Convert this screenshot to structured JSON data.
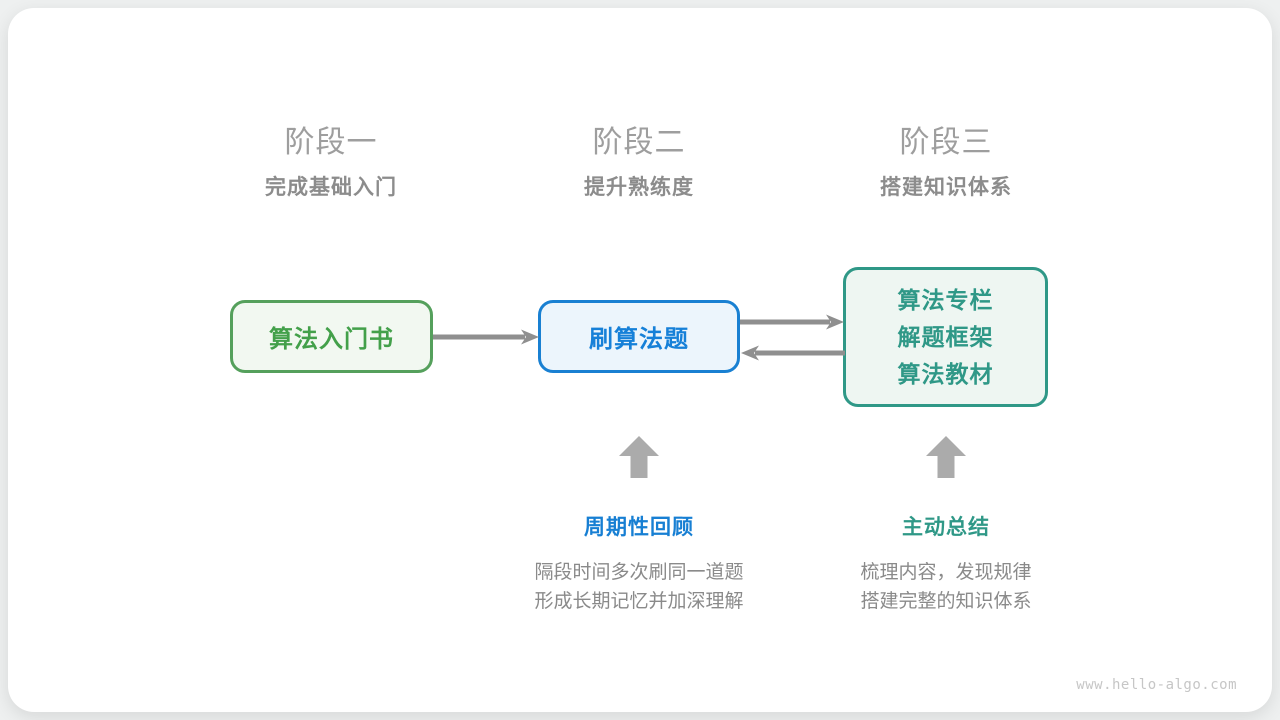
{
  "stages": [
    {
      "label": "阶段一",
      "subtitle": "完成基础入门"
    },
    {
      "label": "阶段二",
      "subtitle": "提升熟练度"
    },
    {
      "label": "阶段三",
      "subtitle": "搭建知识体系"
    }
  ],
  "nodes": {
    "intro_book": {
      "title": "算法入门书"
    },
    "practice": {
      "title": "刷算法题"
    },
    "resources": {
      "lines": [
        "算法专栏",
        "解题框架",
        "算法教材"
      ]
    }
  },
  "annotations": [
    {
      "title": "周期性回顾",
      "desc": [
        "隔段时间多次刷同一道题",
        "形成长期记忆并加深理解"
      ]
    },
    {
      "title": "主动总结",
      "desc": [
        "梳理内容，发现规律",
        "搭建完整的知识体系"
      ]
    }
  ],
  "watermark": "www.hello-algo.com",
  "colors": {
    "green_accent": "#43a04a",
    "blue_accent": "#1680d8",
    "teal_accent": "#2f9887",
    "connector_gray": "#8f8f8f",
    "up_arrow_gray": "#ababab",
    "text_gray": "#8a8a8a"
  }
}
